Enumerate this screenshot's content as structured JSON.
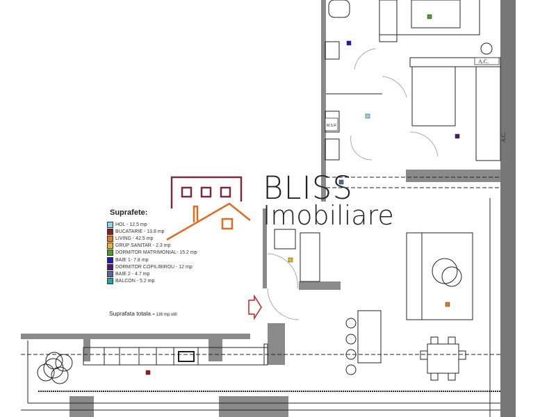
{
  "logo": {
    "line1": "BLISS",
    "line2": "Imobiliare",
    "roof_color": "#e0691f",
    "house_color": "#7b2a3c"
  },
  "legend": {
    "title": "Suprafete:",
    "items": [
      {
        "label": "HOL - 12.5 mp",
        "color": "#86d8ea"
      },
      {
        "label": "BUCATARIE - 13.8 mp",
        "color": "#8e1b1b"
      },
      {
        "label": "LIVING - 42.5 mp",
        "color": "#e07a22"
      },
      {
        "label": "GRUP SANITAR - 2.3 mp",
        "color": "#ecb326"
      },
      {
        "label": "DORMITOR MATRIMONIAL- 15.2 mp",
        "color": "#4f9a28"
      },
      {
        "label": "BAIE 1- 7.8 mp",
        "color": "#1d1db5"
      },
      {
        "label": "DORMITOR COPIL/BIROU - 12 mp",
        "color": "#4a1a6e"
      },
      {
        "label": "BAIE 2 - 4.7 mp",
        "color": "#5565a8"
      },
      {
        "label": "BALCON - 5.2 mp",
        "color": "#21a5a5"
      }
    ]
  },
  "total": {
    "label": "Suprafata totala",
    "value": "= 116 mp utili"
  },
  "plan_labels": {
    "ac1": "A.C.",
    "ac2": "A.C.",
    "msr": "M.S.R"
  }
}
